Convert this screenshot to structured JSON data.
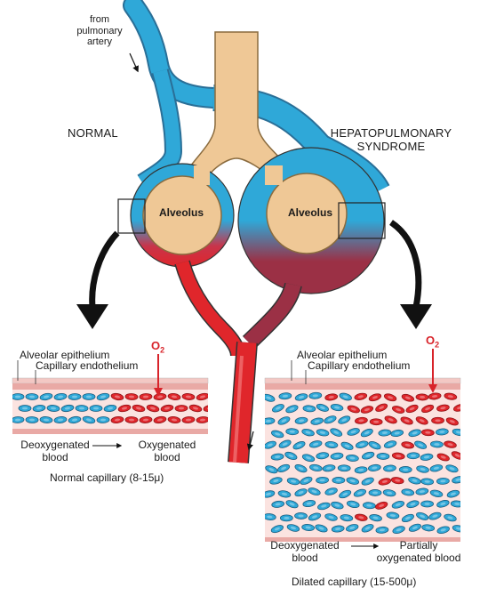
{
  "top_label": {
    "line1": "from",
    "line2": "pulmonary",
    "line3": "artery"
  },
  "normal_label": "NORMAL",
  "hps_label": {
    "line1": "HEPATOPULMONARY",
    "line2": "SYNDROME"
  },
  "alveolus_left": "Alveolus",
  "alveolus_right": "Alveolus",
  "left_panel": {
    "epithelium": "Alveolar epithelium",
    "endothelium": "Capillary endothelium",
    "o2": "O",
    "o2_sub": "2",
    "from_line1": "Deoxygenated",
    "from_line2": "blood",
    "to_line1": "Oxygenated",
    "to_line2": "blood",
    "caption": "Normal capillary (8-15μ)"
  },
  "right_panel": {
    "epithelium": "Alveolar epithelium",
    "endothelium": "Capillary endothelium",
    "o2": "O",
    "o2_sub": "2",
    "from_line1": "Deoxygenated",
    "from_line2": "blood",
    "to_line1": "Partially",
    "to_line2": "oxygenated blood",
    "caption": "Dilated capillary (15-500μ)"
  },
  "colors": {
    "deoxygenated": "#2fa8d8",
    "oxygenated": "#e0262b",
    "mixed": "#9b3045",
    "alveolus": "#efc896",
    "capillary_wall": "#f3c8c4"
  }
}
